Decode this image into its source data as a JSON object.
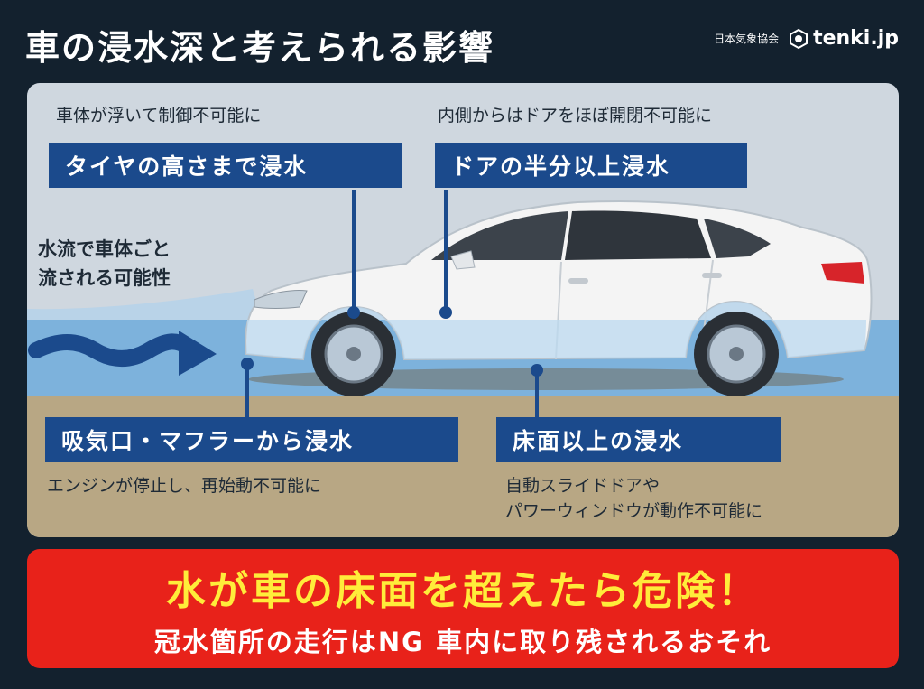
{
  "header": {
    "title": "車の浸水深と考えられる影響",
    "org": "日本気象協会",
    "logo_text": "tenki.jp"
  },
  "levels": [
    {
      "label": "タイヤの高さまで浸水",
      "effect": "車体が浮いて制御不可能に"
    },
    {
      "label": "ドアの半分以上浸水",
      "effect": "内側からはドアをほぼ開閉不可能に"
    },
    {
      "label": "吸気口・マフラーから浸水",
      "effect": "エンジンが停止し、再始動不可能に"
    },
    {
      "label": "床面以上の浸水",
      "effect_lines": [
        "自動スライドドアや",
        "パワーウィンドウが動作不可能に"
      ]
    }
  ],
  "flow_note": [
    "水流で車体ごと",
    "流される可能性"
  ],
  "warning": {
    "main": "水が車の床面を超えたら危険！",
    "sub": "冠水箇所の走行はNG 車内に取り残されるおそれ"
  },
  "colors": {
    "background": "#13212e",
    "label_box": "#1b4a8c",
    "water": "#7db2dc",
    "ground": "#b8a784",
    "banner": "#e8221a",
    "banner_main_text": "#ffec3a"
  }
}
